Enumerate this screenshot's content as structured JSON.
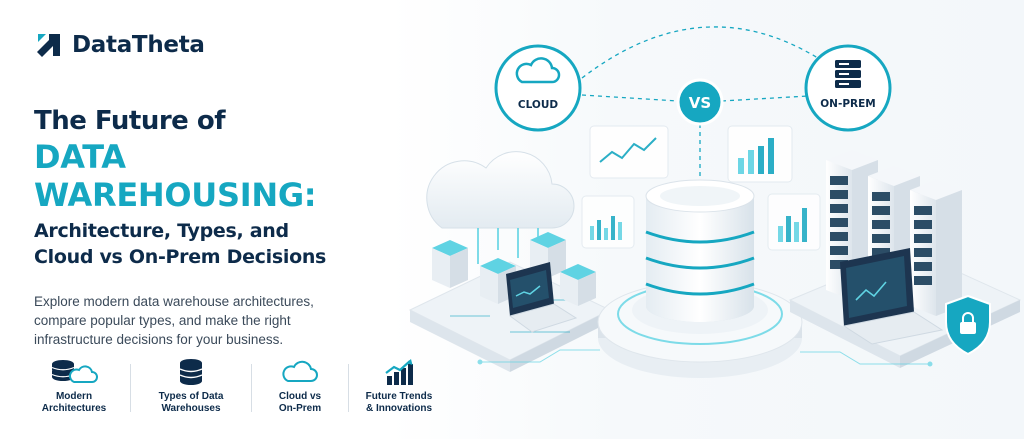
{
  "brand": {
    "name": "DataTheta",
    "logo_icon": "arrow-up-right-icon"
  },
  "headline": {
    "line1": "The Future of",
    "accent_line1": "DATA",
    "accent_line2": "WAREHOUSING:",
    "sub_line1": "Architecture, Types, and",
    "sub_line2": "Cloud vs On-Prem Decisions"
  },
  "description": {
    "line1": "Explore modern data warehouse architectures,",
    "line2": "compare popular types, and make the right",
    "line3": "infrastructure decisions for your business."
  },
  "features": [
    {
      "icon": "database-cloud-icon",
      "line1": "Modern",
      "line2": "Architectures"
    },
    {
      "icon": "database-icon",
      "line1": "Types of Data",
      "line2": "Warehouses"
    },
    {
      "icon": "cloud-icon",
      "line1": "Cloud vs",
      "line2": "On-Prem"
    },
    {
      "icon": "trend-chart-icon",
      "line1": "Future Trends",
      "line2": "& Innovations"
    }
  ],
  "illustration": {
    "cloud_label": "CLOUD",
    "vs_label": "VS",
    "onprem_label": "ON-PREM"
  },
  "colors": {
    "navy": "#0d2b4a",
    "teal": "#16a7c1",
    "text": "#3b4a5a",
    "light_teal": "#5fd3e3"
  }
}
